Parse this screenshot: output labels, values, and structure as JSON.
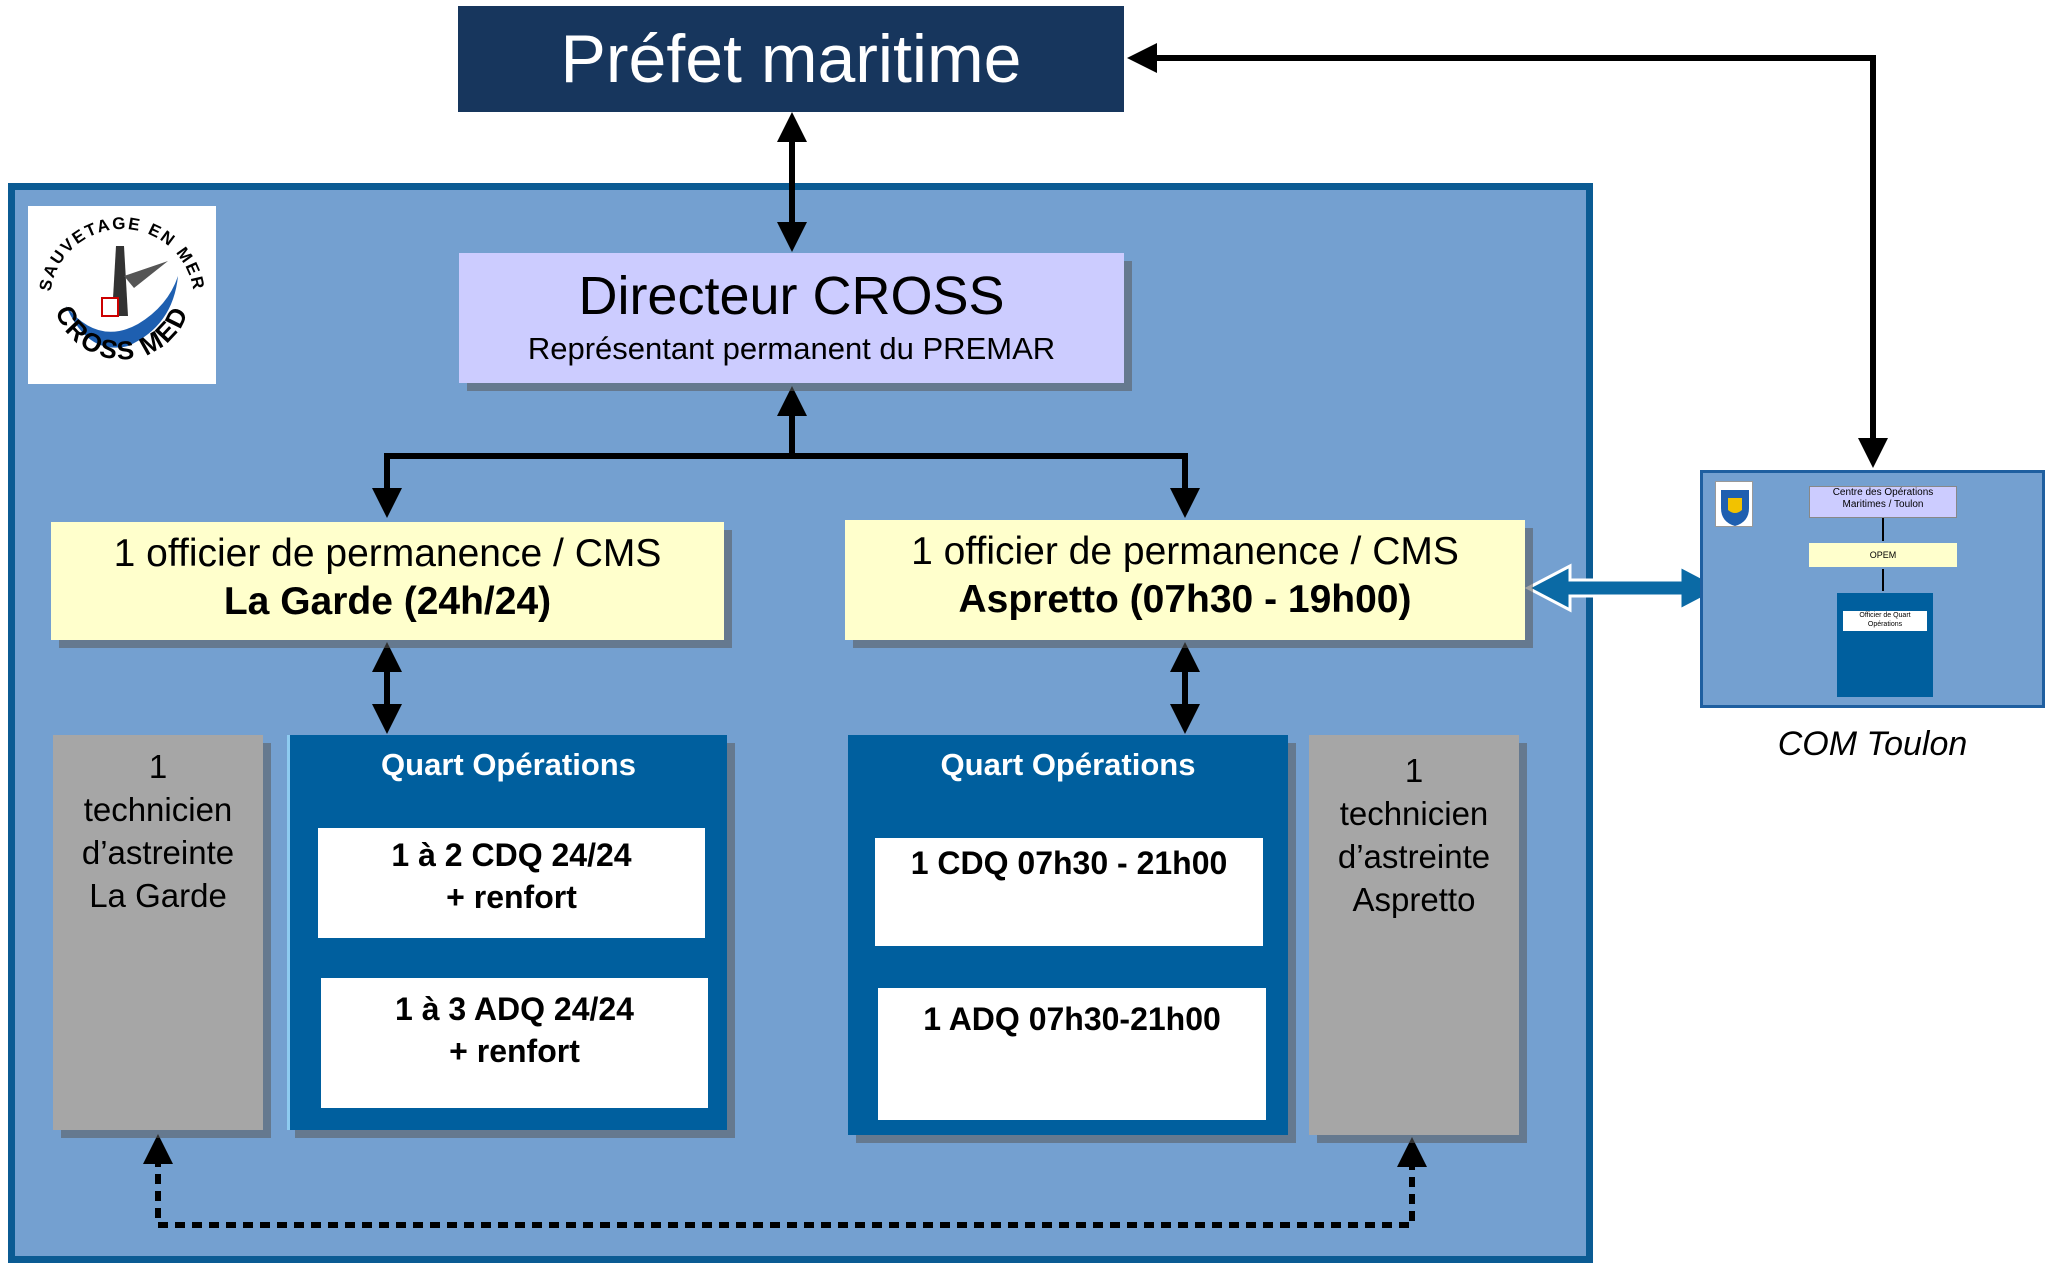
{
  "prefet": {
    "title": "Préfet maritime"
  },
  "directeur": {
    "title": "Directeur CROSS",
    "subtitle": "Représentant permanent  du PREMAR"
  },
  "officer_left": {
    "line1": "1 officier de permanence / CMS",
    "line2": "La Garde (24h/24)"
  },
  "officer_right": {
    "line1": "1 officier de permanence / CMS",
    "line2": "Aspretto (07h30 - 19h00)"
  },
  "tech_left": {
    "lines": [
      "1",
      "technicien",
      "d’astreinte",
      "La Garde"
    ]
  },
  "tech_right": {
    "lines": [
      "1",
      "technicien",
      "d’astreinte",
      "Aspretto"
    ]
  },
  "quart_left": {
    "title": "Quart Opérations",
    "box1": {
      "line1": "1 à 2 CDQ 24/24",
      "line2": "+ renfort"
    },
    "box2": {
      "line1": "1 à 3 ADQ  24/24",
      "line2": "+ renfort"
    }
  },
  "quart_right": {
    "title": "Quart Opérations",
    "box1": {
      "line1": "1 CDQ 07h30 - 21h00"
    },
    "box2": {
      "line1": "1 ADQ  07h30-21h00"
    }
  },
  "logo": {
    "top_text": "SAUVETAGE EN MER",
    "bottom_text": "CROSS MED"
  },
  "com_toulon": {
    "caption": "COM Toulon",
    "mini_box1": "Centre des Opérations Maritimes / Toulon",
    "mini_box2": "OPEM",
    "mini_box3": "Officier de Quart Opérations"
  },
  "colors": {
    "frame": "#74a0d0",
    "frame_border": "#0b5b93",
    "prefet_bg": "#17365d",
    "directeur_bg": "#ccccff",
    "officer_bg": "#ffffcc",
    "quart_bg": "#005f9e",
    "tech_bg": "#a6a6a6",
    "arrow_double": "#0b6aa5"
  }
}
